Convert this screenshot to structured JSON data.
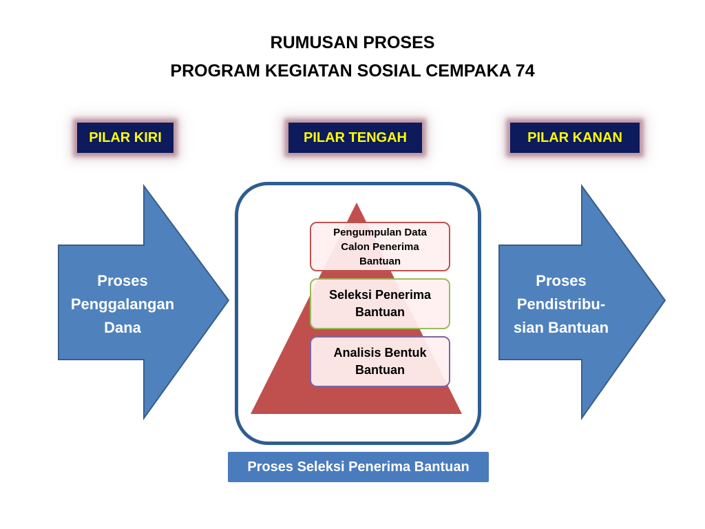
{
  "title": {
    "line1": "RUMUSAN PROSES",
    "line2": "PROGRAM KEGIATAN SOSIAL CEMPAKA 74"
  },
  "pillars": {
    "left": "PILAR KIRI",
    "center": "PILAR TENGAH",
    "right": "PILAR KANAN"
  },
  "left_arrow": {
    "line1": "Proses",
    "line2": "Penggalangan",
    "line3": "Dana"
  },
  "right_arrow": {
    "line1": "Proses",
    "line2": "Pendistribu-",
    "line3": "sian Bantuan"
  },
  "pyramid": {
    "step1": {
      "line1": "Pengumpulan Data",
      "line2": "Calon Penerima",
      "line3": "Bantuan"
    },
    "step2": {
      "line1": "Seleksi Penerima",
      "line2": "Bantuan"
    },
    "step3": {
      "line1": "Analisis Bentuk",
      "line2": "Bantuan"
    }
  },
  "caption": "Proses Seleksi Penerima Bantuan",
  "colors": {
    "pillar_bg": "#0d1a5c",
    "pillar_text": "#ffff00",
    "arrow_fill": "#4f81bd",
    "arrow_stroke": "#385d8a",
    "frame_border": "#2f5d8f",
    "pyramid_fill": "#c0504d",
    "caption_bg": "#4a7bbd"
  }
}
